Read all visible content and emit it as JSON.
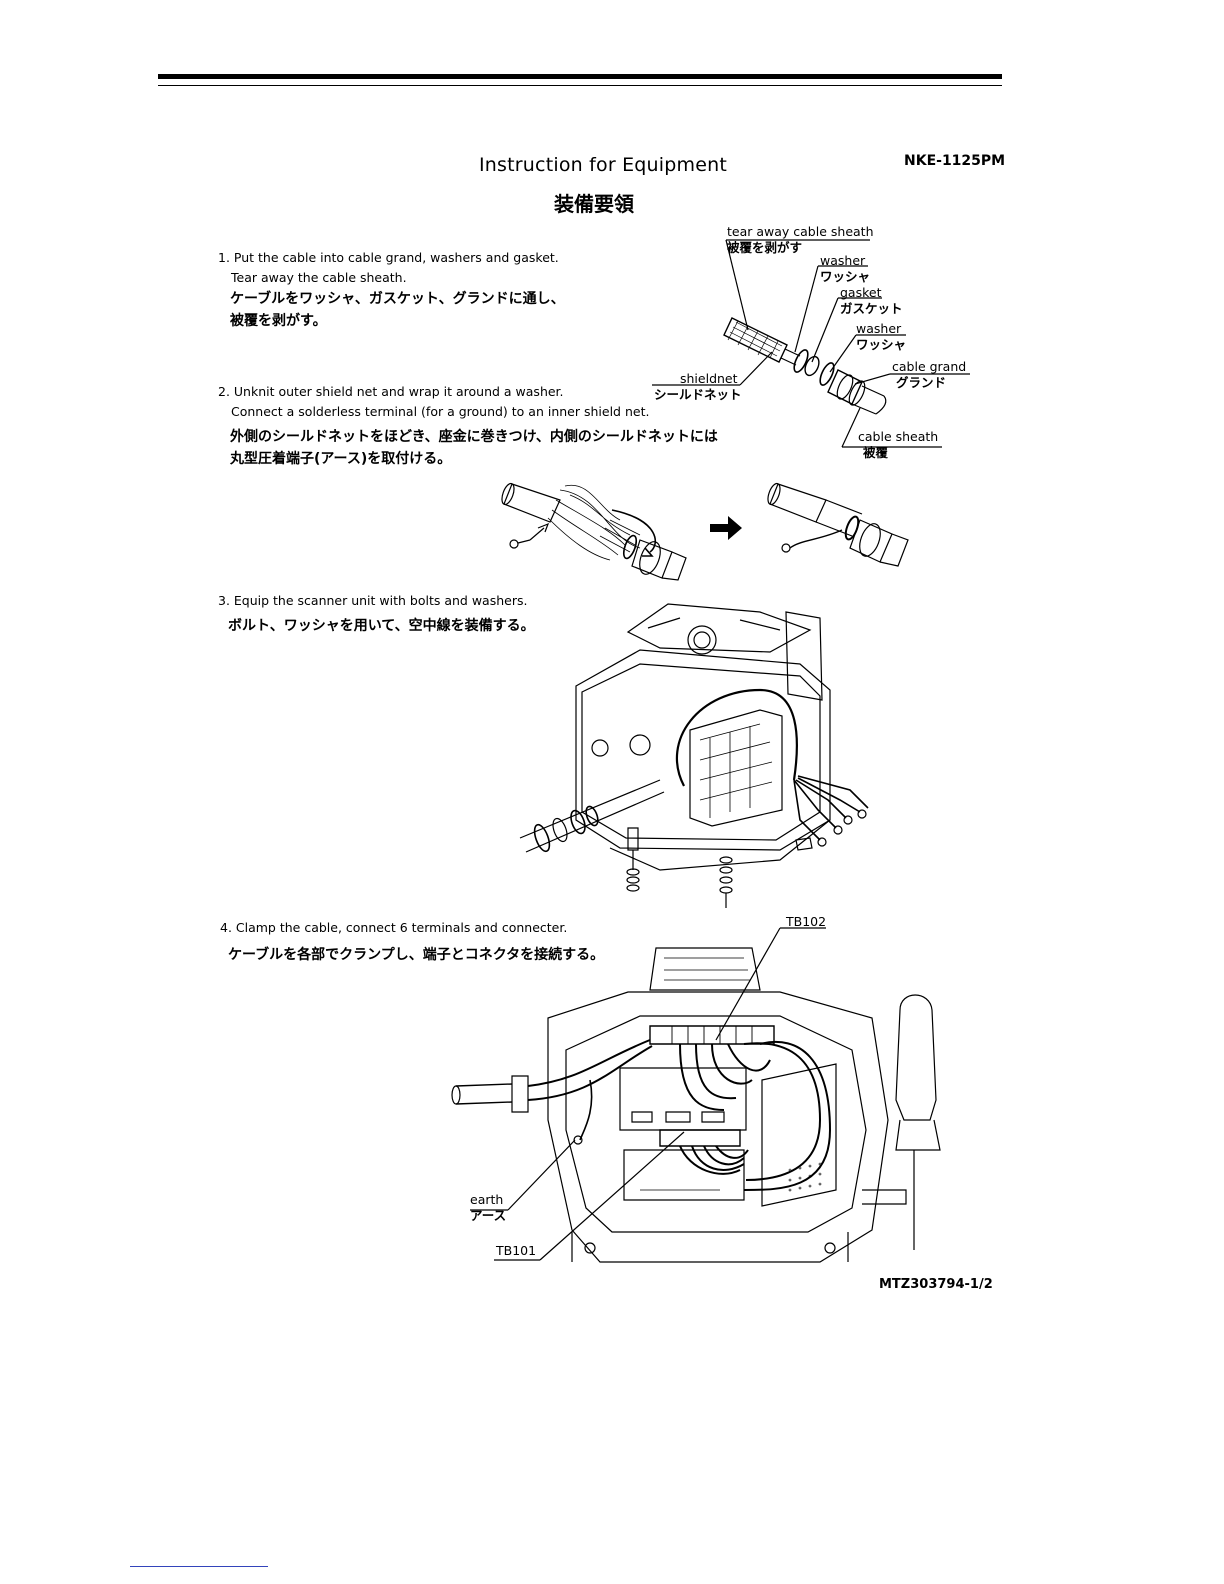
{
  "header": {
    "title": "Instruction for Equipment",
    "title_jp": "装備要領",
    "doc_no": "NKE-1125PM"
  },
  "steps": [
    {
      "line1": "1. Put the cable into cable grand, washers and gasket.",
      "line2": "Tear away the cable sheath.",
      "jp1": "ケーブルをワッシャ、ガスケット、グランドに通し、",
      "jp2": "被覆を剥がす。"
    },
    {
      "line1": "2. Unknit outer shield net and wrap it around a washer.",
      "line2": "Connect a solderless terminal (for a ground) to an inner shield net.",
      "jp1": "外側のシールドネットをほどき、座金に巻きつけ、内側のシールドネットには",
      "jp2": "丸型圧着端子(アース)を取付ける。"
    },
    {
      "line1": "3. Equip the scanner unit with bolts and washers.",
      "jp1": "ボルト、ワッシャを用いて、空中線を装備する。"
    },
    {
      "line1": "4. Clamp the cable, connect 6 terminals and connecter.",
      "jp1": "ケーブルを各部でクランプし、端子とコネクタを接続する。"
    }
  ],
  "labels": {
    "tear_away": {
      "en": "tear away cable sheath",
      "jp": "被覆を剥がす"
    },
    "washer1": {
      "en": "washer",
      "jp": "ワッシャ"
    },
    "gasket": {
      "en": "gasket",
      "jp": "ガスケット"
    },
    "washer2": {
      "en": "washer",
      "jp": "ワッシャ"
    },
    "cable_grand": {
      "en": "cable grand",
      "jp": "グランド"
    },
    "shieldnet": {
      "en": "shieldnet",
      "jp": "シールドネット"
    },
    "cable_sheath": {
      "en": "cable sheath",
      "jp": "被覆"
    },
    "tb102": "TB102",
    "earth": {
      "en": "earth",
      "jp": "アース"
    },
    "tb101": "TB101"
  },
  "footer": {
    "drawing_no": "MTZ303794-1/2"
  }
}
